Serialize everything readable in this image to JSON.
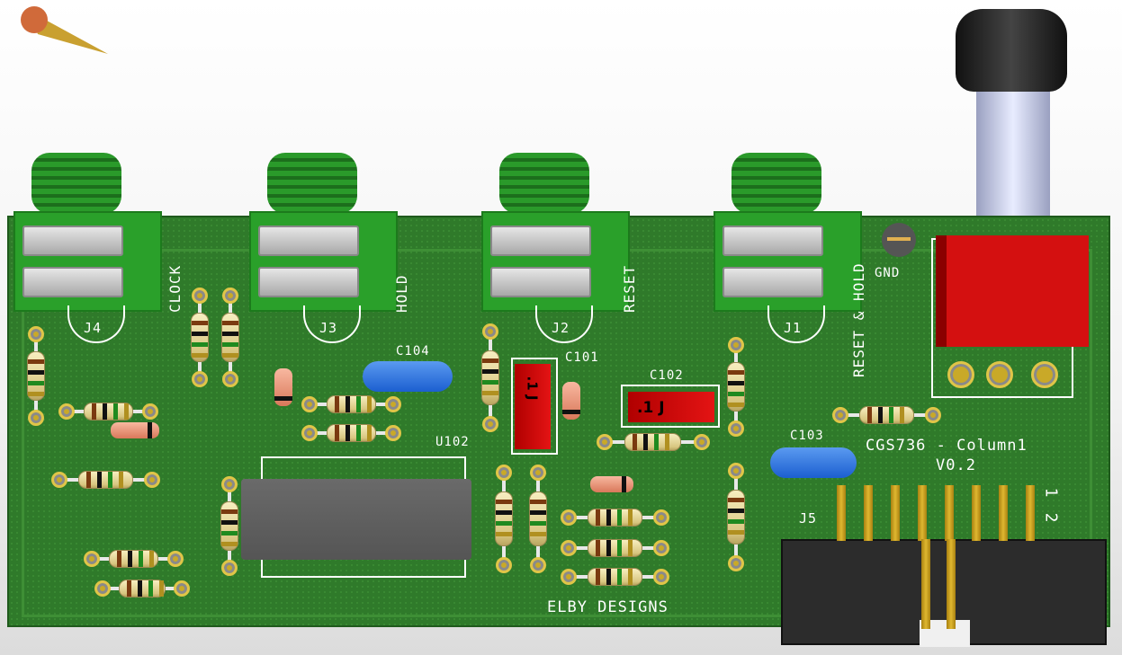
{
  "jacks": [
    {
      "ref": "J4",
      "label": "CLOCK"
    },
    {
      "ref": "J3",
      "label": "HOLD"
    },
    {
      "ref": "J2",
      "label": "RESET"
    },
    {
      "ref": "J1",
      "label": "RESET & HOLD"
    }
  ],
  "gnd_label": "GND",
  "capacitors": {
    "c104": "C104",
    "c101": "C101",
    "c102": "C102",
    "c103": "C103",
    "c101_value": ".1 J",
    "c102_value": ".1 J"
  },
  "ic_ref": "U102",
  "header": {
    "ref": "J5",
    "pin1": "1",
    "pin2": "2"
  },
  "board_title": "CGS736 - Column1",
  "board_version": "V0.2",
  "maker": "ELBY DESIGNS",
  "colors": {
    "board": "#2f7a2a",
    "switch": "#d41010",
    "cap_blue": "#2a6fe0"
  }
}
